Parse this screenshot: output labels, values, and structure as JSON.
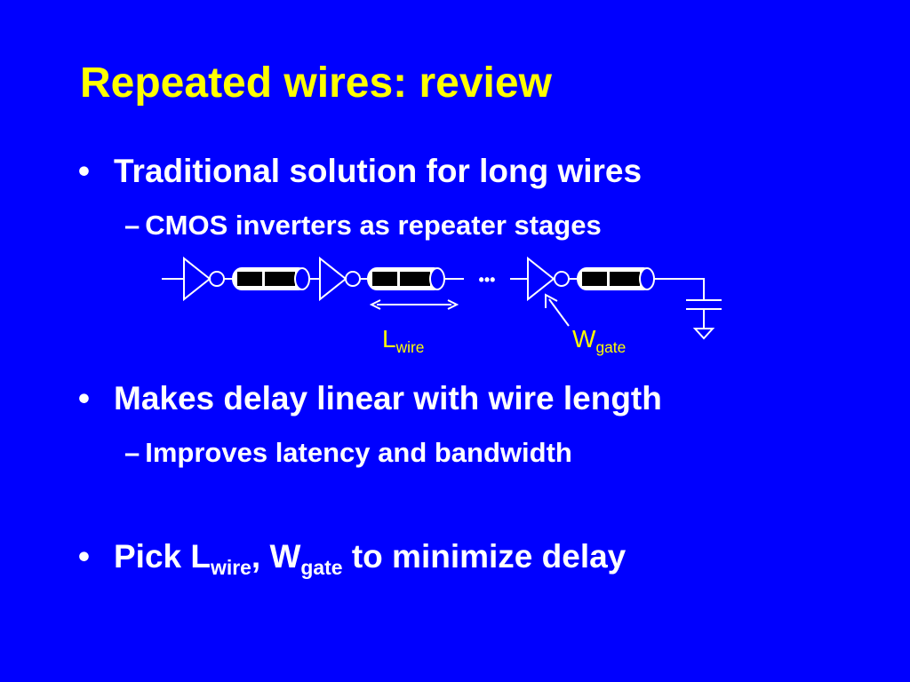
{
  "slide": {
    "title": "Repeated wires: review",
    "bullets": [
      {
        "marker": "•",
        "text": "Traditional solution for long wires",
        "sub": {
          "marker": "–",
          "text": "CMOS inverters as repeater stages"
        }
      },
      {
        "marker": "•",
        "text": "Makes delay linear with wire length",
        "sub": {
          "marker": "–",
          "text": "Improves latency and bandwidth"
        }
      },
      {
        "marker": "•",
        "parts": {
          "p1": "Pick L",
          "s1": "wire",
          "p2": ", W",
          "s2": "gate",
          "p3": " to minimize delay"
        }
      }
    ]
  },
  "diagram": {
    "ellipsis": "•••",
    "lwire": {
      "base": "L",
      "sub": "wire"
    },
    "wgate": {
      "base": "W",
      "sub": "gate"
    }
  },
  "colors": {
    "background": "#0000FF",
    "title": "#FFFF00",
    "text": "#FFFFFF",
    "label": "#FFFF00"
  }
}
